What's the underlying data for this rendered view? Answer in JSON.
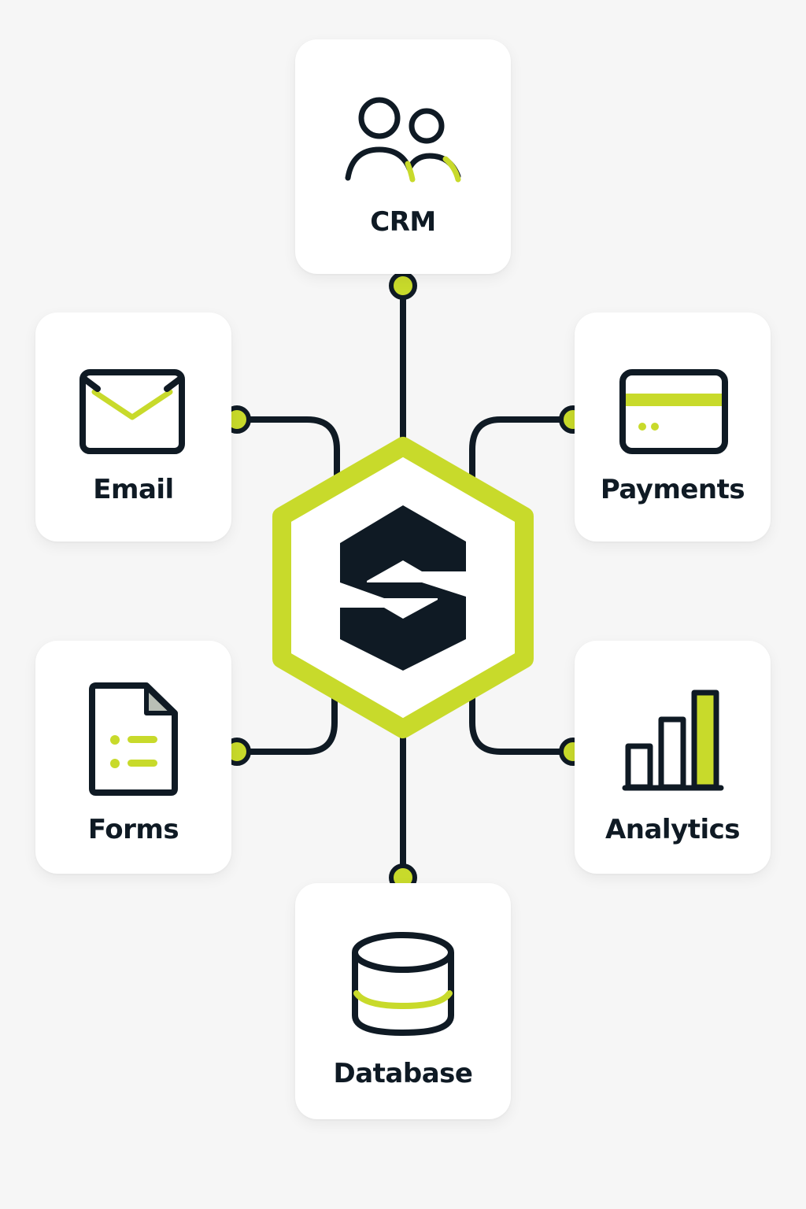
{
  "colors": {
    "accent": "#c8da2b",
    "ink": "#0f1a24",
    "card": "#ffffff",
    "background": "#f6f6f6"
  },
  "hub": {
    "icon": "s-logo-icon",
    "shape": "hexagon"
  },
  "nodes": [
    {
      "id": "crm",
      "label": "CRM",
      "icon": "users-icon"
    },
    {
      "id": "email",
      "label": "Email",
      "icon": "envelope-icon"
    },
    {
      "id": "payments",
      "label": "Payments",
      "icon": "credit-card-icon"
    },
    {
      "id": "forms",
      "label": "Forms",
      "icon": "document-list-icon"
    },
    {
      "id": "analytics",
      "label": "Analytics",
      "icon": "bar-chart-icon"
    },
    {
      "id": "database",
      "label": "Database",
      "icon": "database-icon"
    }
  ]
}
